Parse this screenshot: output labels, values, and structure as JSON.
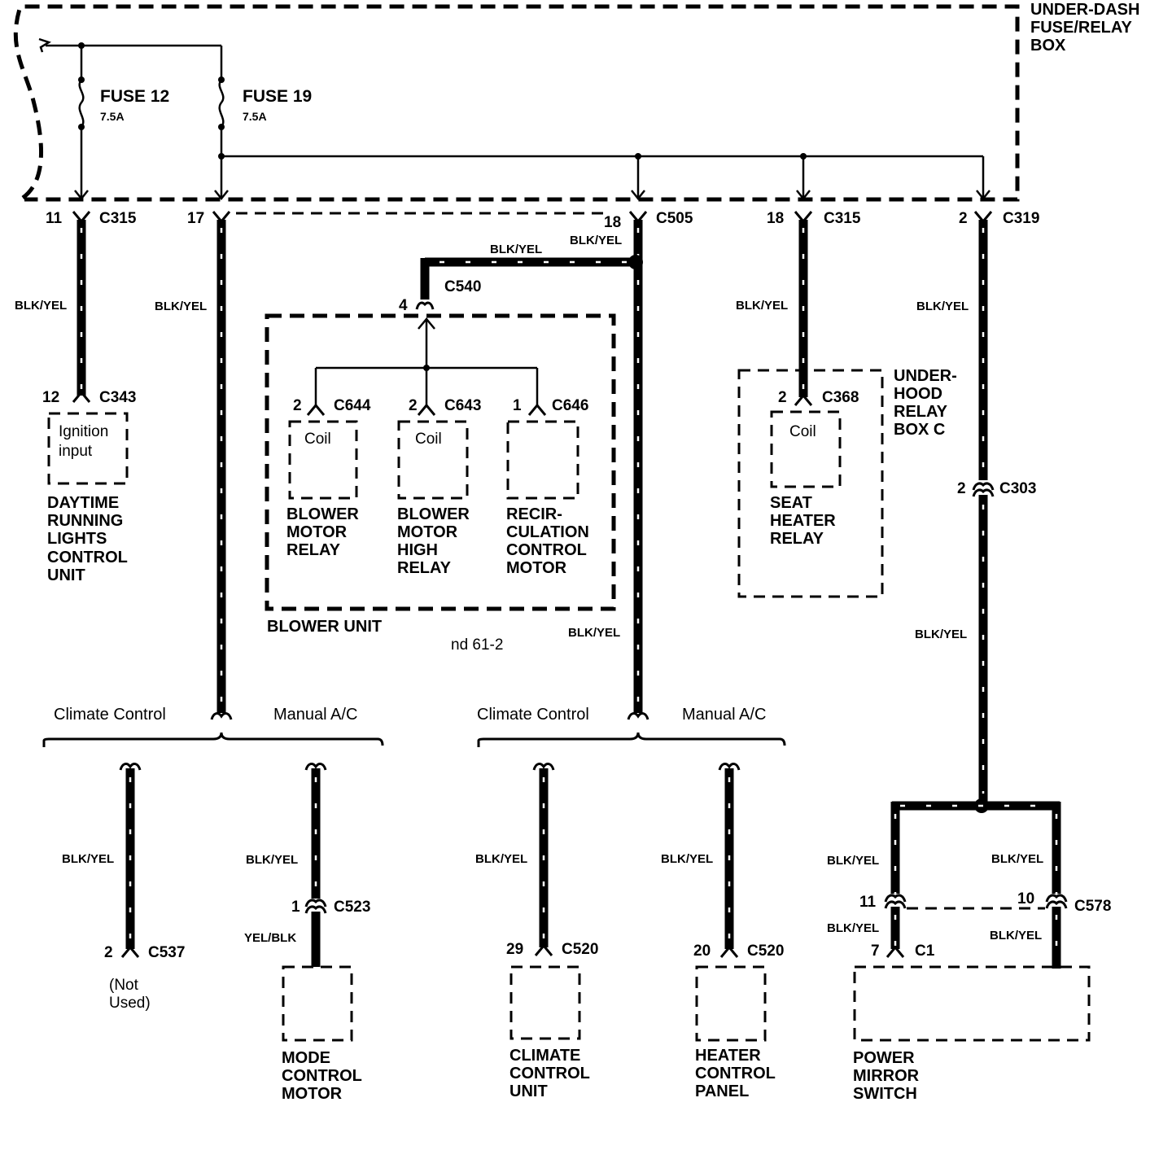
{
  "fuse_box": {
    "name_line1": "UNDER-DASH",
    "name_line2": "FUSE/RELAY",
    "name_line3": "BOX"
  },
  "fuses": [
    {
      "name": "FUSE 12",
      "rating": "7.5A"
    },
    {
      "name": "FUSE 19",
      "rating": "7.5A"
    }
  ],
  "connectors": {
    "c315_a": {
      "pin": "11",
      "id": "C315"
    },
    "c315_b": {
      "pin": "17"
    },
    "c505": {
      "pin": "18",
      "id": "C505"
    },
    "c315_c": {
      "pin": "18",
      "id": "C315"
    },
    "c319": {
      "pin": "2",
      "id": "C319"
    },
    "c540": {
      "pin": "4",
      "id": "C540"
    },
    "c343": {
      "pin": "12",
      "id": "C343"
    },
    "c644": {
      "pin": "2",
      "id": "C644"
    },
    "c643": {
      "pin": "2",
      "id": "C643"
    },
    "c646": {
      "pin": "1",
      "id": "C646"
    },
    "c368": {
      "pin": "2",
      "id": "C368"
    },
    "c303": {
      "pin": "2",
      "id": "C303"
    },
    "c537": {
      "pin": "2",
      "id": "C537"
    },
    "c523": {
      "pin": "1",
      "id": "C523"
    },
    "c520_a": {
      "pin": "29",
      "id": "C520"
    },
    "c520_b": {
      "pin": "20",
      "id": "C520"
    },
    "c578_a": {
      "pin": "11"
    },
    "c578_b": {
      "pin": "10",
      "id": "C578"
    },
    "c1": {
      "pin": "7",
      "id": "C1"
    }
  },
  "wire_labels": {
    "blk_yel": "BLK/YEL",
    "yel_blk": "YEL/BLK"
  },
  "components": {
    "drl": {
      "inner_line1": "Ignition",
      "inner_line2": "input",
      "l1": "DAYTIME",
      "l2": "RUNNING",
      "l3": "LIGHTS",
      "l4": "CONTROL",
      "l5": "UNIT"
    },
    "blower_relay": {
      "inner": "Coil",
      "l1": "BLOWER",
      "l2": "MOTOR",
      "l3": "RELAY"
    },
    "blower_high": {
      "inner": "Coil",
      "l1": "BLOWER",
      "l2": "MOTOR",
      "l3": "HIGH",
      "l4": "RELAY"
    },
    "recirc": {
      "l1": "RECIR-",
      "l2": "CULATION",
      "l3": "CONTROL",
      "l4": "MOTOR"
    },
    "blower_unit": {
      "label": "BLOWER UNIT"
    },
    "underhood": {
      "l1": "UNDER-",
      "l2": "HOOD",
      "l3": "RELAY",
      "l4": "BOX C"
    },
    "seat_heater": {
      "inner": "Coil",
      "l1": "SEAT",
      "l2": "HEATER",
      "l3": "RELAY"
    },
    "not_used": {
      "l1": "(Not",
      "l2": "Used)"
    },
    "mode_motor": {
      "l1": "MODE",
      "l2": "CONTROL",
      "l3": "MOTOR"
    },
    "climate_unit": {
      "l1": "CLIMATE",
      "l2": "CONTROL",
      "l3": "UNIT"
    },
    "heater_panel": {
      "l1": "HEATER",
      "l2": "CONTROL",
      "l3": "PANEL"
    },
    "mirror_switch": {
      "l1": "POWER",
      "l2": "MIRROR",
      "l3": "SWITCH"
    }
  },
  "branches": {
    "left": {
      "a": "Climate Control",
      "b": "Manual A/C"
    },
    "right": {
      "a": "Climate Control",
      "b": "Manual A/C"
    }
  },
  "note": "nd 61-2"
}
